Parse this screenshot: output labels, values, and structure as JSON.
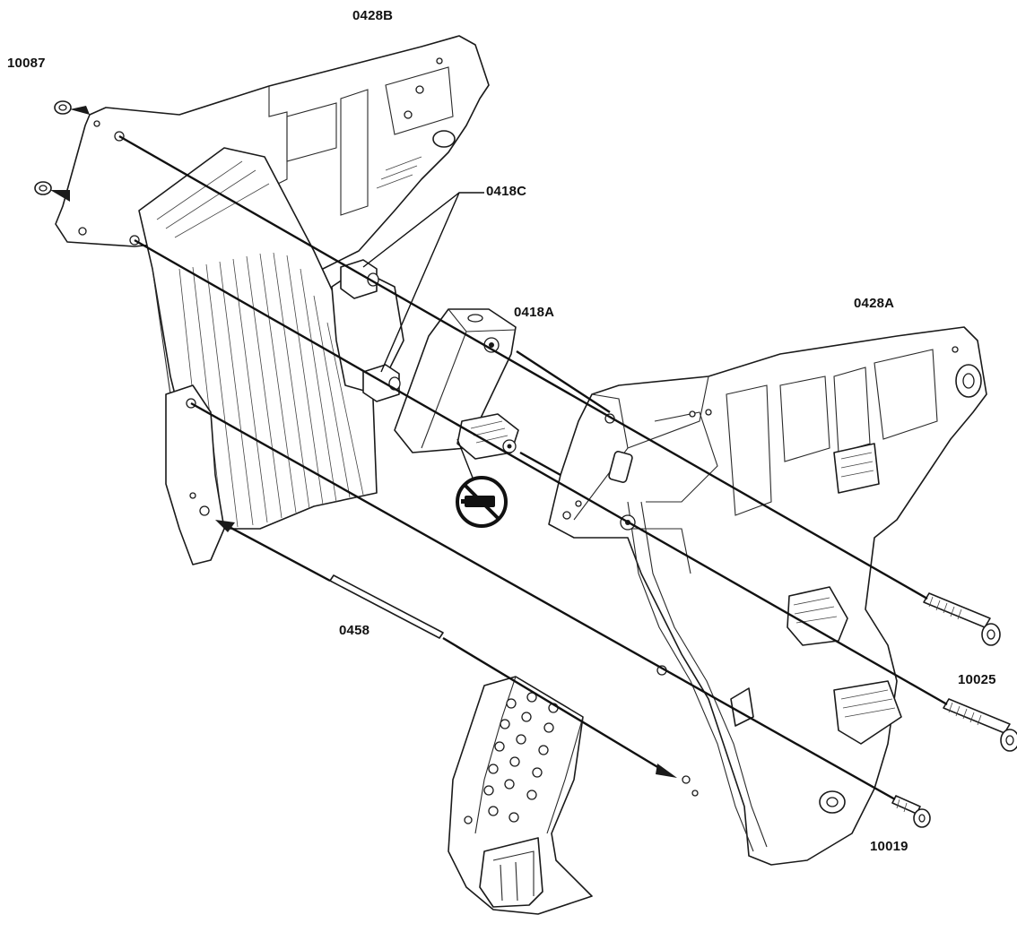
{
  "callouts": {
    "c0428B": "0428B",
    "c10087": "10087",
    "c0418C": "0418C",
    "c0418A": "0418A",
    "c0428A": "0428A",
    "c0458": "0458",
    "c10025": "10025",
    "c10019": "10019"
  },
  "colors": {
    "line": "#1a1a1a",
    "background": "#ffffff"
  },
  "icons": {
    "no_lubricant": "no-grease-symbol"
  }
}
